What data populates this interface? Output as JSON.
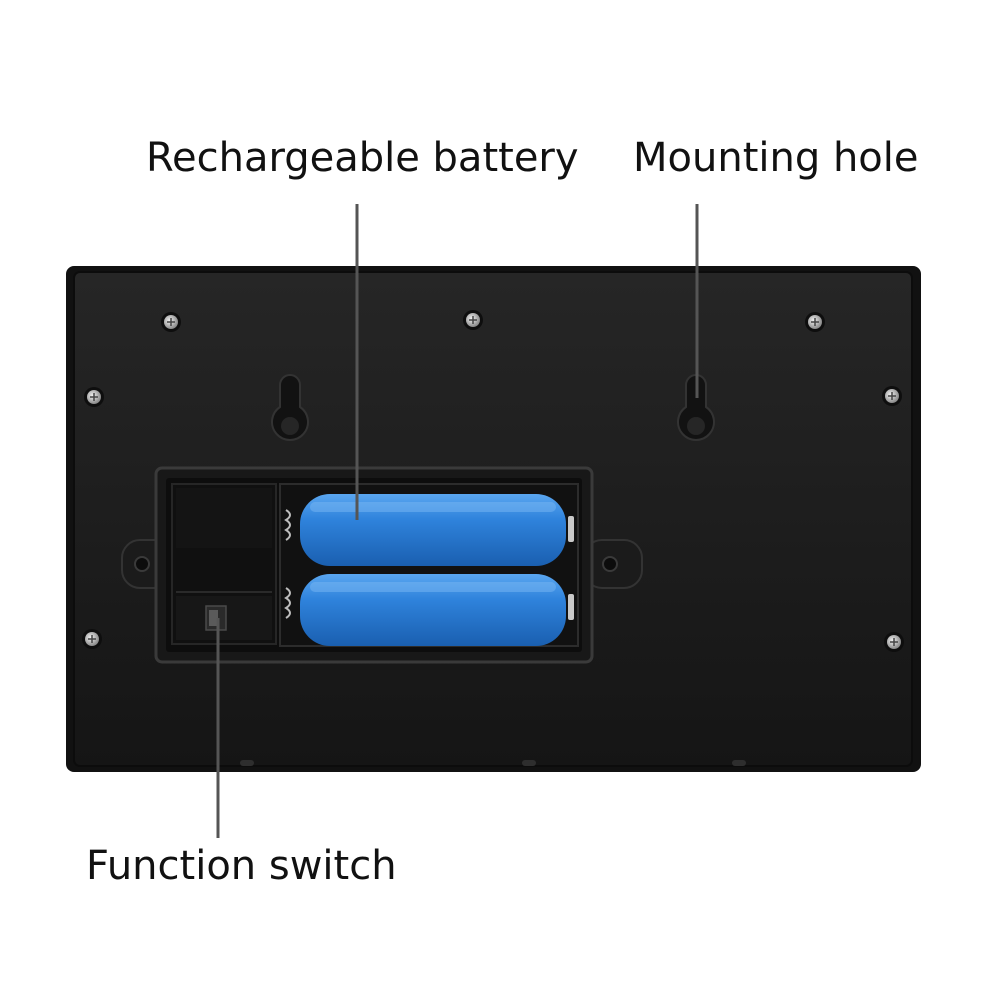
{
  "labels": {
    "rechargeable_battery": "Rechargeable battery",
    "mounting_hole": "Mounting hole",
    "function_switch": "Function switch"
  },
  "colors": {
    "background": "#ffffff",
    "panel": "#1c1c1c",
    "battery": "#2f7fd8",
    "leader_line": "#333333",
    "text": "#111111"
  }
}
